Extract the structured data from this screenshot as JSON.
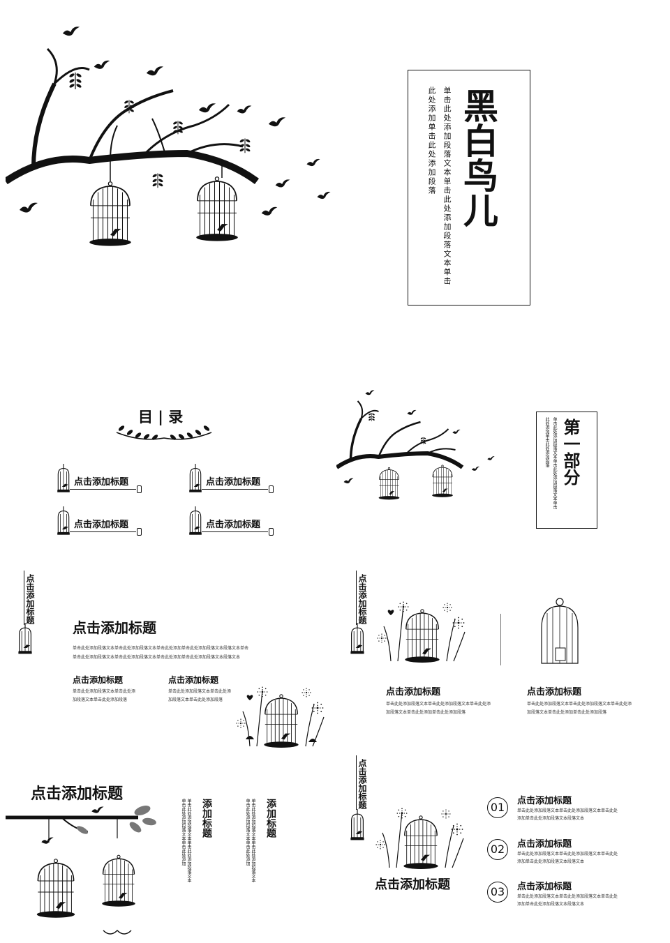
{
  "cover": {
    "title": "黑白鸟儿",
    "body_col1": "单击此处添加段落文本单击此处添加段落文本单击",
    "body_col2": "此处添加单击此处添加段落"
  },
  "toc": {
    "heading": "目 | 录",
    "items": [
      "点击添加标题",
      "点击添加标题",
      "点击添加标题",
      "点击添加标题"
    ]
  },
  "part_one": {
    "title": "第一部分",
    "body_col1": "单击此处添加段落文本单击此处添加段落文本单击",
    "body_col2": "此处添加单击此处添加段落"
  },
  "slide4": {
    "side_label": "点击添加标题",
    "title": "点击添加标题",
    "body_line1": "单击此处添加段落文本单击此处添加段落文本单击此处添加单击此处添加段落文本段落文本单击",
    "body_line2": "单击此处添加段落文本单击此处添加段落文本单击此处添加单击此处添加段落文本段落文本",
    "sub1_title": "点击添加标题",
    "sub1_body": "单击此处添加段落文本单击此处添加段落文本单击此处添加段落",
    "sub2_title": "点击添加标题",
    "sub2_body": "单击此处添加段落文本单击此处添加段落文本单击此处添加段落"
  },
  "slide5": {
    "side_label": "点击添加标题",
    "left_title": "点击添加标题",
    "left_body": "单击此处添加段落文本单击此处添加段落文本单击此处添加段落文本单击此处添加单击此处添加段落",
    "right_title": "点击添加标题",
    "right_body": "单击此处添加段落文本单击此处添加段落文本单击此处添加段落文本单击此处添加单击此处添加段落"
  },
  "slide6": {
    "title": "点击添加标题",
    "col1_heading": "添加标题",
    "col1_body": "单击此处添加段落文本单击此处添加段落文本单击此处添加段落文本单击此处添加",
    "col2_heading": "添加标题",
    "col2_body": "单击此处添加段落文本单击此处添加段落文本单击此处添加段落文本单击此处添加"
  },
  "slide7": {
    "side_label": "点击添加标题",
    "caption": "点击添加标题",
    "items": [
      {
        "num": "01",
        "title": "点击添加标题",
        "body1": "单击此处添加段落文本单击此处添加段落文本单击此处",
        "body2": "添加单击此处添加段落文本段落文本"
      },
      {
        "num": "02",
        "title": "点击添加标题",
        "body1": "单击此处添加段落文本单击此处添加段落文本单击此处",
        "body2": "添加单击此处添加段落文本段落文本"
      },
      {
        "num": "03",
        "title": "点击添加标题",
        "body1": "单击此处添加段落文本单击此处添加段落文本单击此处",
        "body2": "添加单击此处添加段落文本段落文本"
      }
    ]
  }
}
